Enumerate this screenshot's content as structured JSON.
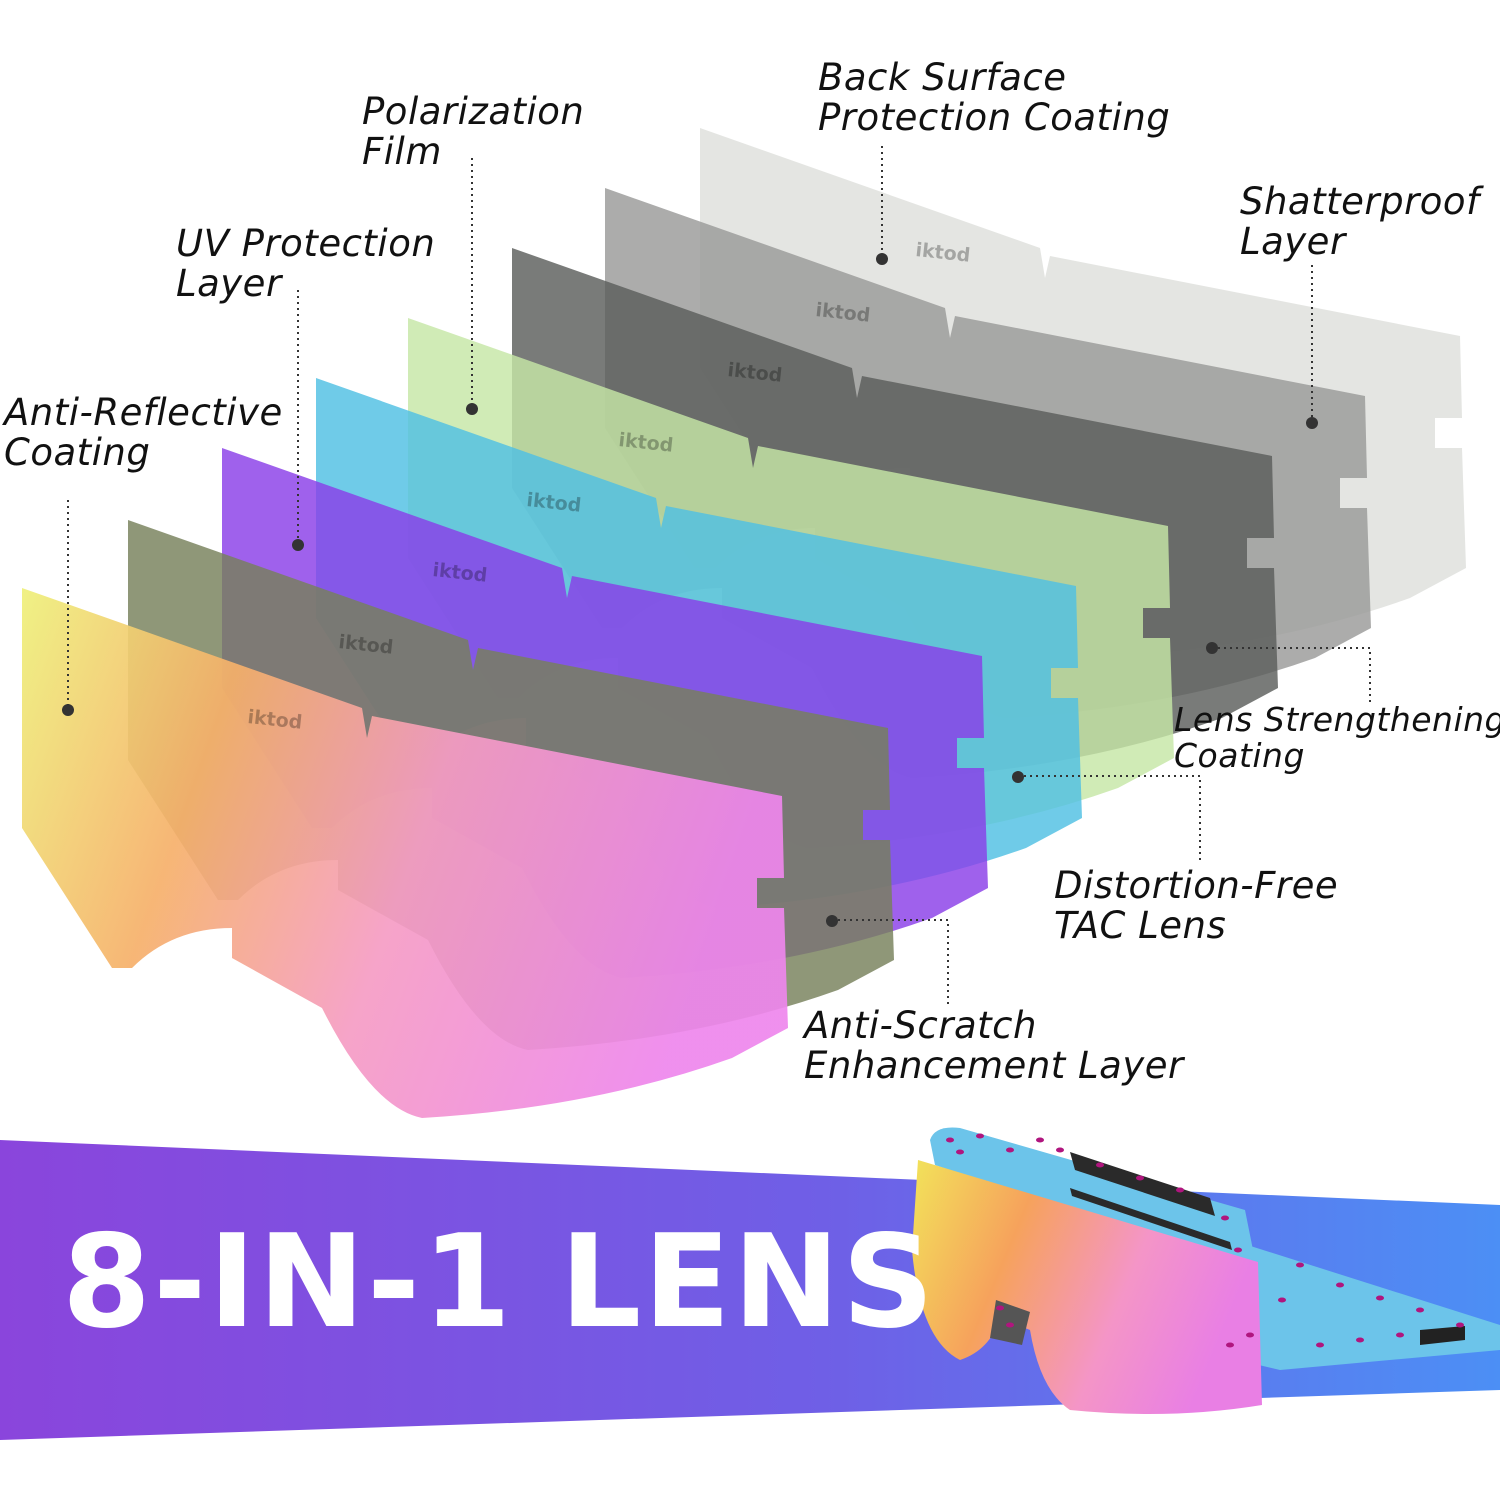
{
  "brand": "iktod",
  "headline": "8-IN-1 LENS",
  "labels": {
    "anti_reflective": [
      "Anti-Reflective",
      "Coating"
    ],
    "uv_protection": [
      "UV Protection",
      "Layer"
    ],
    "polarization": [
      "Polarization",
      "Film"
    ],
    "back_surface": [
      "Back Surface",
      "Protection Coating"
    ],
    "shatterproof": [
      "Shatterproof",
      "Layer"
    ],
    "lens_strengthening": [
      "Lens Strengthening",
      "Coating"
    ],
    "distortion_free": [
      "Distortion-Free",
      "TAC Lens"
    ],
    "anti_scratch": [
      "Anti-Scratch",
      "Enhancement Layer"
    ]
  },
  "layers": [
    {
      "key": "shatterproof",
      "color": "#dedfdc"
    },
    {
      "key": "back_surface",
      "color": "#9a9a99"
    },
    {
      "key": "lens_strengthening",
      "color": "#5c5e5b"
    },
    {
      "key": "polarization",
      "color": "#c6e7a6"
    },
    {
      "key": "distortion_free",
      "color": "#4fc0e3"
    },
    {
      "key": "uv_protection",
      "color": "#8a3ee8"
    },
    {
      "key": "anti_scratch",
      "color": "#76805a"
    },
    {
      "key": "anti_reflective",
      "color": "gradient-yellow-pink"
    }
  ],
  "colors": {
    "banner_start": "#8a45dc",
    "banner_end": "#4c8ff5",
    "frame": "#6cc4ea",
    "speckle": "#b0157e"
  }
}
